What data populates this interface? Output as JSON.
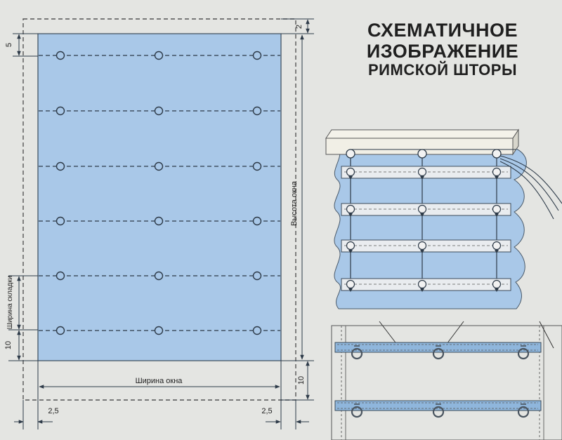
{
  "title": {
    "line1": "СХЕМАТИЧНОЕ",
    "line2": "ИЗОБРАЖЕНИЕ",
    "line3": "РИМСКОЙ ШТОРЫ"
  },
  "dimensions": {
    "top_margin": "5",
    "top_right": "2",
    "fold_width": "Ширина складки",
    "bottom_hem": "10",
    "window_height": "Высота окна",
    "window_width": "Ширина окна",
    "bottom_right": "10",
    "side_left": "2,5",
    "side_right": "2,5"
  },
  "colors": {
    "fabric": "#a9c8e8",
    "fabric_edge": "#3a4a5a",
    "background": "#e4e5e2",
    "line": "#2d3a48",
    "cornice": "#f1efe6"
  },
  "icons": {
    "ring": "ring-icon",
    "rod": "rod-pocket",
    "cord": "lifting-cord"
  }
}
